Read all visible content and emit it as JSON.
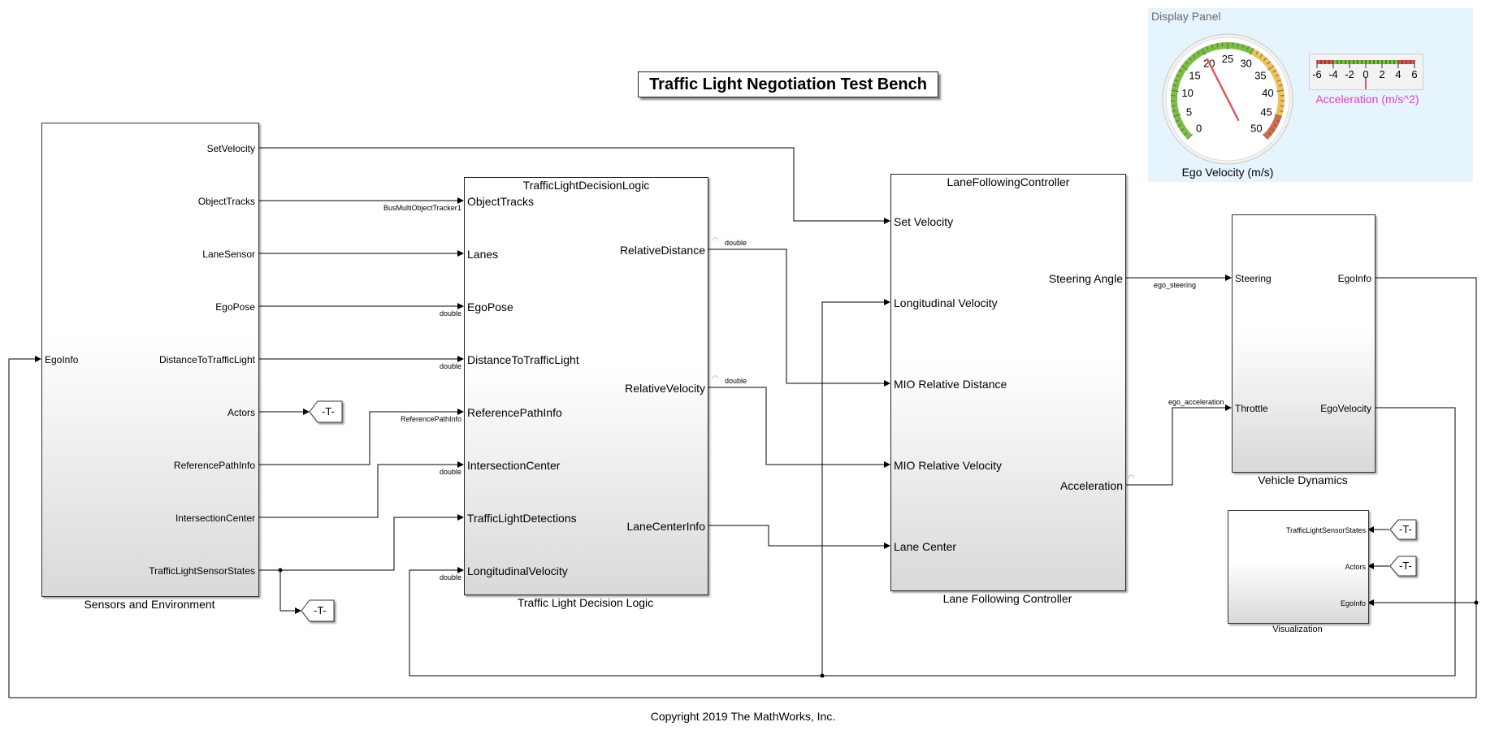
{
  "title": "Traffic Light Negotiation Test Bench",
  "copyright": "Copyright 2019 The MathWorks, Inc.",
  "display_panel": {
    "title": "Display Panel",
    "gauge": {
      "label": "Ego Velocity (m/s)",
      "ticks": [
        "0",
        "5",
        "10",
        "15",
        "20",
        "25",
        "30",
        "35",
        "40",
        "45",
        "50"
      ],
      "min": 0,
      "max": 50,
      "value": 20
    },
    "linear_gauge": {
      "label": "Acceleration (m/s^2)",
      "ticks": [
        "-6",
        "-4",
        "-2",
        "0",
        "2",
        "4",
        "6"
      ],
      "min": -6,
      "max": 6,
      "value": 0
    }
  },
  "blocks": {
    "sensors": {
      "caption": "Sensors and Environment",
      "input": "EgoInfo",
      "outputs": [
        "SetVelocity",
        "ObjectTracks",
        "LaneSensor",
        "EgoPose",
        "DistanceToTrafficLight",
        "Actors",
        "ReferencePathInfo",
        "IntersectionCenter",
        "TrafficLightSensorStates"
      ]
    },
    "decision": {
      "header": "TrafficLightDecisionLogic",
      "caption": "Traffic Light Decision Logic",
      "inputs": [
        "ObjectTracks",
        "Lanes",
        "EgoPose",
        "DistanceToTrafficLight",
        "ReferencePathInfo",
        "IntersectionCenter",
        "TrafficLightDetections",
        "LongitudinalVelocity"
      ],
      "outputs": [
        "RelativeDistance",
        "RelativeVelocity",
        "LaneCenterInfo"
      ]
    },
    "lfc": {
      "header": "LaneFollowingController",
      "caption": "Lane Following Controller",
      "inputs": [
        "Set Velocity",
        "Longitudinal Velocity",
        "MIO Relative Distance",
        "MIO Relative Velocity",
        "Lane Center"
      ],
      "outputs": [
        "Steering Angle",
        "Acceleration"
      ]
    },
    "vehicle": {
      "caption": "Vehicle Dynamics",
      "inputs": [
        "Steering",
        "Throttle"
      ],
      "outputs": [
        "EgoInfo",
        "EgoVelocity"
      ]
    },
    "viz": {
      "caption": "Visualization",
      "inputs": [
        "TrafficLightSensorStates",
        "Actors",
        "EgoInfo"
      ]
    }
  },
  "goto_tag": "-T-",
  "signal_labels": {
    "bus_tracker": "BusMultiObjectTracker1",
    "ref_path": "ReferencePathInfo",
    "double": "double",
    "ego_steering": "ego_steering",
    "ego_acceleration": "ego_acceleration"
  }
}
